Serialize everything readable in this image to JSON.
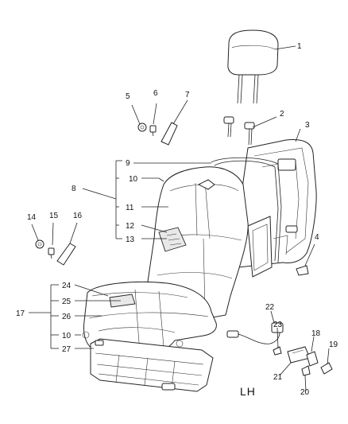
{
  "diagram": {
    "side_label": "LH",
    "callouts": {
      "c1": "1",
      "c2": "2",
      "c3": "3",
      "c4": "4",
      "c5": "5",
      "c6": "6",
      "c7": "7",
      "c8": "8",
      "c9": "9",
      "c10a": "10",
      "c10b": "10",
      "c11": "11",
      "c12": "12",
      "c13": "13",
      "c14": "14",
      "c15": "15",
      "c16": "16",
      "c17": "17",
      "c18": "18",
      "c19": "19",
      "c20": "20",
      "c21": "21",
      "c22": "22",
      "c23": "23",
      "c24": "24",
      "c25": "25",
      "c26": "26",
      "c27": "27"
    }
  }
}
